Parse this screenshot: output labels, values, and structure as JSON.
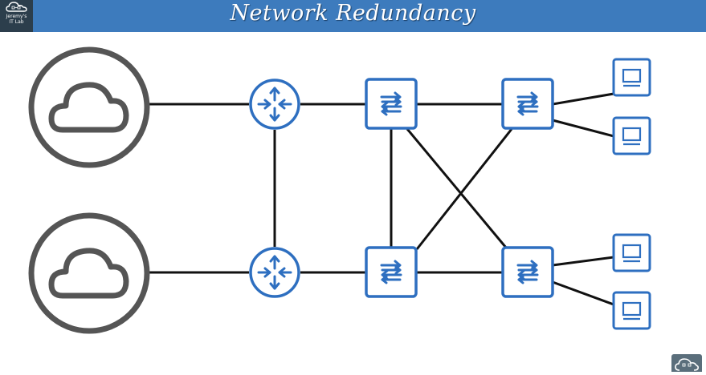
{
  "header": {
    "title": "Network Redundancy",
    "logo_text": "Jeremy's\nIT Lab",
    "background_color": "#3d7bbd"
  },
  "diagram": {
    "accent_color": "#2e6fc0",
    "link_color": "#111111",
    "cloud_ring_color": "#555555",
    "nodes": [
      {
        "id": "internet-1",
        "type": "cloud"
      },
      {
        "id": "internet-2",
        "type": "cloud"
      },
      {
        "id": "router-1",
        "type": "router"
      },
      {
        "id": "router-2",
        "type": "router"
      },
      {
        "id": "switch-1",
        "type": "switch"
      },
      {
        "id": "switch-2",
        "type": "switch"
      },
      {
        "id": "switch-3",
        "type": "switch"
      },
      {
        "id": "switch-4",
        "type": "switch"
      },
      {
        "id": "pc-1",
        "type": "pc"
      },
      {
        "id": "pc-2",
        "type": "pc"
      },
      {
        "id": "pc-3",
        "type": "pc"
      },
      {
        "id": "pc-4",
        "type": "pc"
      }
    ],
    "links": [
      [
        "internet-1",
        "router-1"
      ],
      [
        "internet-2",
        "router-2"
      ],
      [
        "router-1",
        "router-2"
      ],
      [
        "router-1",
        "switch-1"
      ],
      [
        "router-2",
        "switch-3"
      ],
      [
        "switch-1",
        "switch-2"
      ],
      [
        "switch-3",
        "switch-4"
      ],
      [
        "switch-1",
        "switch-3"
      ],
      [
        "switch-1",
        "switch-4"
      ],
      [
        "switch-3",
        "switch-2"
      ],
      [
        "switch-2",
        "pc-1"
      ],
      [
        "switch-2",
        "pc-2"
      ],
      [
        "switch-4",
        "pc-3"
      ],
      [
        "switch-4",
        "pc-4"
      ]
    ]
  }
}
